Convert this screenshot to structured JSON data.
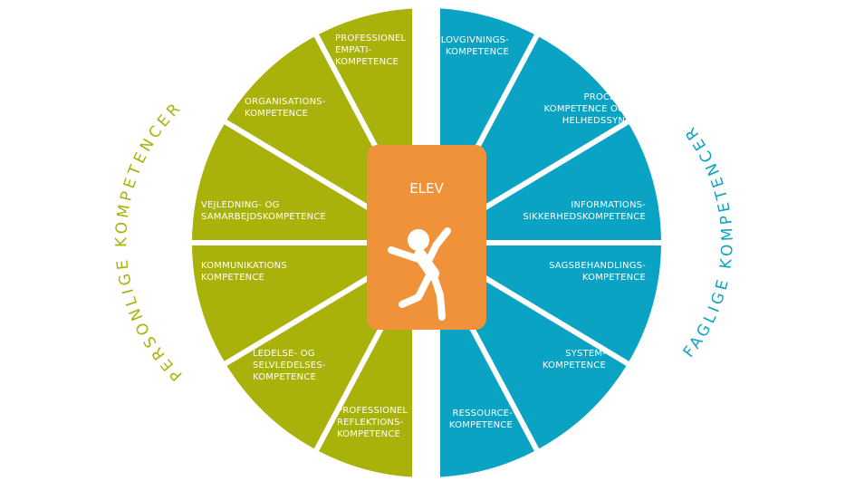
{
  "colors": {
    "personal": "#a9b20b",
    "professional": "#0aa3c4",
    "center": "#f0923a",
    "background": "#ffffff"
  },
  "center": {
    "label": "ELEV",
    "icon": "jumping-person-icon"
  },
  "left_arc_label": "PERSONLIGE KOMPETENCER",
  "right_arc_label": "FAGLIGE KOMPETENCER",
  "left_segments": [
    {
      "lines": [
        "PROFESSIONEL",
        "EMPATI-",
        "KOMPETENCE"
      ]
    },
    {
      "lines": [
        "ORGANISATIONS-",
        "KOMPETENCE"
      ]
    },
    {
      "lines": [
        "VEJLEDNING- OG",
        "SAMARBEJDSKOMPETENCE"
      ]
    },
    {
      "lines": [
        "KOMMUNIKATIONS",
        "KOMPETENCE"
      ]
    },
    {
      "lines": [
        "LEDELSE- OG",
        "SELVLEDELSES-",
        "KOMPETENCE"
      ]
    },
    {
      "lines": [
        "PROFESSIONEL",
        "REFLEKTIONS-",
        "KOMPETENCE"
      ]
    }
  ],
  "right_segments": [
    {
      "lines": [
        "LOVGIVNINGS-",
        "KOMPETENCE"
      ]
    },
    {
      "lines": [
        "PROCES-",
        "KOMPETENCE OG",
        "HELHEDSSYN"
      ]
    },
    {
      "lines": [
        "INFORMATIONS-",
        "SIKKERHEDSKOMPETENCE"
      ]
    },
    {
      "lines": [
        "SAGSBEHANDLINGS-",
        "KOMPETENCE"
      ]
    },
    {
      "lines": [
        "SYSTEM-",
        "KOMPETENCE"
      ]
    },
    {
      "lines": [
        "RESSOURCE-",
        "KOMPETENCE"
      ]
    }
  ]
}
